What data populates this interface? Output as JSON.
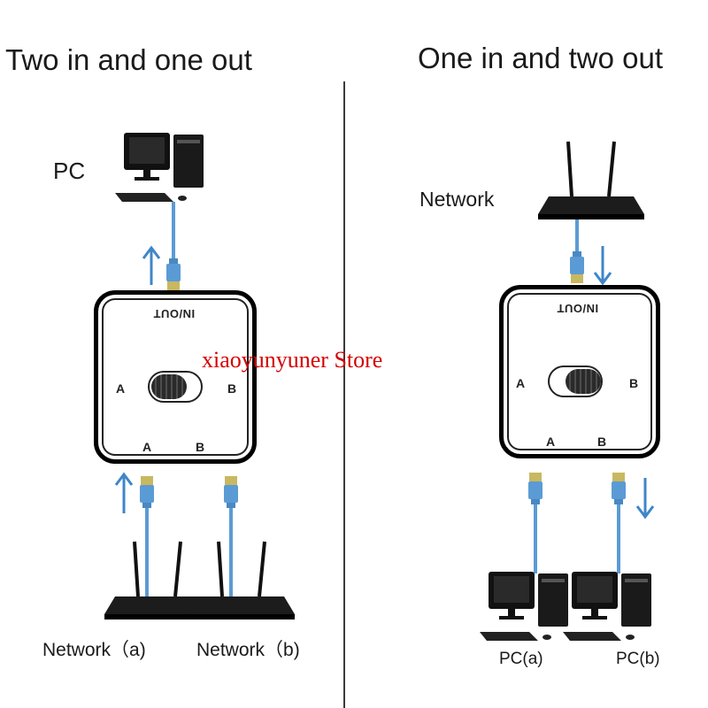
{
  "left": {
    "title": "Two in and one out",
    "pc_label": "PC",
    "switch": {
      "inout": "IN/OUT",
      "side_a": "A",
      "side_b": "B",
      "bottom_a": "A",
      "bottom_b": "B"
    },
    "network_a_label": "Network（a)",
    "network_b_label": "Network（b)"
  },
  "right": {
    "title": "One in and two out",
    "network_label": "Network",
    "switch": {
      "inout": "IN/OUT",
      "side_a": "A",
      "side_b": "B",
      "bottom_a": "A",
      "bottom_b": "B"
    },
    "pc_a_label": "PC(a)",
    "pc_b_label": "PC(b)"
  },
  "watermark": "xiaoyunyuner Store",
  "colors": {
    "cable": "#5b9bd5",
    "arrow": "#3f86c9",
    "watermark": "#d60000"
  }
}
